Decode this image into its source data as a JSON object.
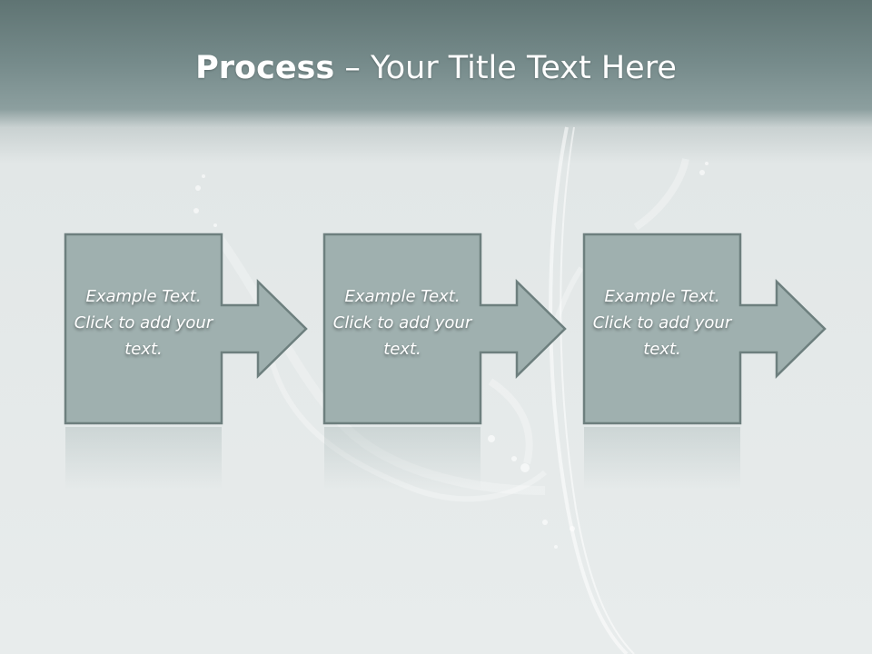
{
  "slide": {
    "title_bold": "Process",
    "title_rest": " – Your Title Text Here"
  },
  "steps": [
    {
      "text": "Example Text. Click  to add your text."
    },
    {
      "text": "Example Text. Click  to add your text."
    },
    {
      "text": "Example Text. Click  to add your text."
    }
  ],
  "colors": {
    "header_dark": "#5f7473",
    "box_fill": "#9fb0af",
    "box_stroke": "#6d7f7e",
    "background": "#e8ecec"
  }
}
